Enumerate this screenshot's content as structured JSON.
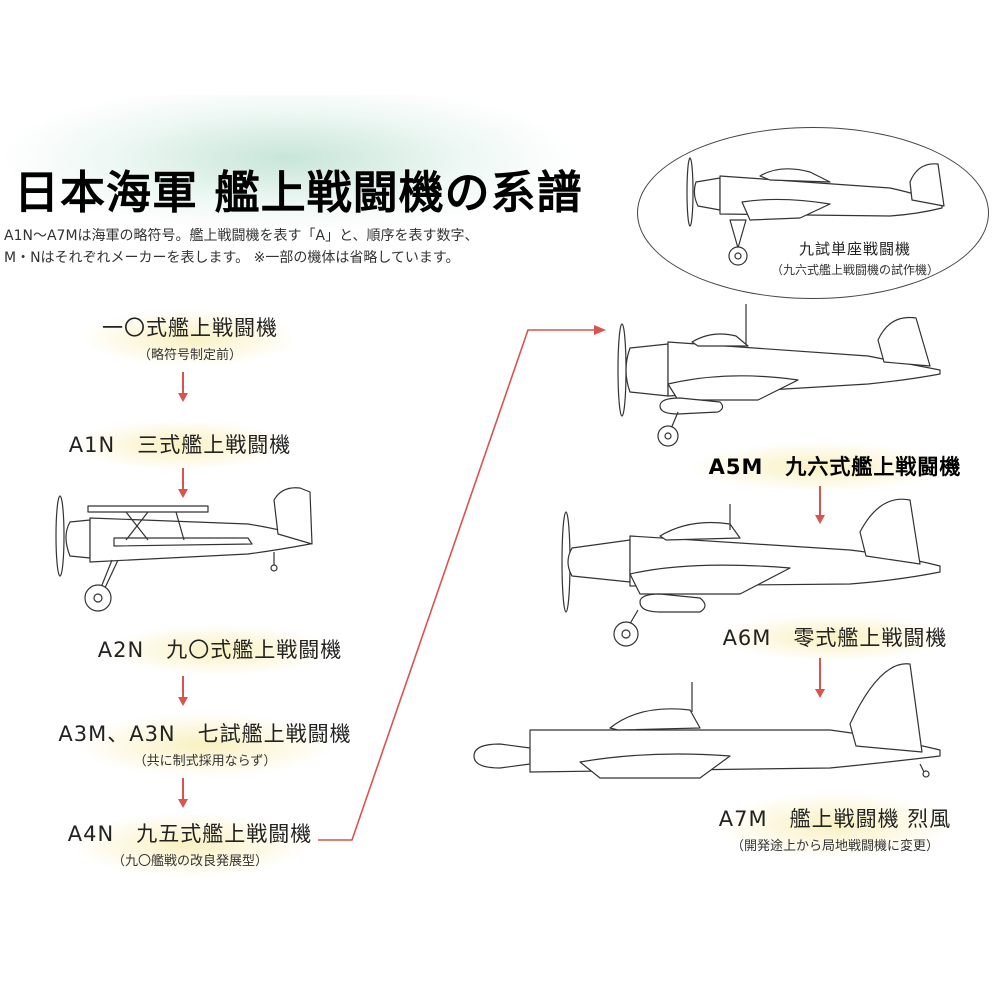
{
  "title": "日本海軍 艦上戦闘機の系譜",
  "description": [
    "A1N～A7Mは海軍の略符号。艦上戦闘機を表す「A」と、順序を表す数字、",
    "M・Nはそれぞれメーカーを表します。 ※一部の機体は省略しています。"
  ],
  "lineage": [
    {
      "name": "一〇式艦上戦闘機",
      "note": "（略符号制定前）"
    },
    {
      "name": "A1N　三式艦上戦闘機",
      "note": ""
    },
    {
      "name": "A2N　九〇式艦上戦闘機",
      "note": ""
    },
    {
      "name": "A3M、A3N　七試艦上戦闘機",
      "note": "（共に制式採用ならず）"
    },
    {
      "name": "A4N　九五式艦上戦闘機",
      "note": "（九〇艦戦の改良発展型）"
    },
    {
      "name": "A5M　九六式艦上戦闘機",
      "note": ""
    },
    {
      "name": "A6M　零式艦上戦闘機",
      "note": ""
    },
    {
      "name": "A7M　艦上戦闘機 烈風",
      "note": "（開発途上から局地戦闘機に変更）"
    }
  ],
  "prototype": {
    "name": "九試単座戦闘機",
    "note": "（九六式艦上戦闘機の試作機）"
  },
  "colors": {
    "arrow": "#d9534f",
    "line": "#333333",
    "fill": "#ffffff"
  }
}
